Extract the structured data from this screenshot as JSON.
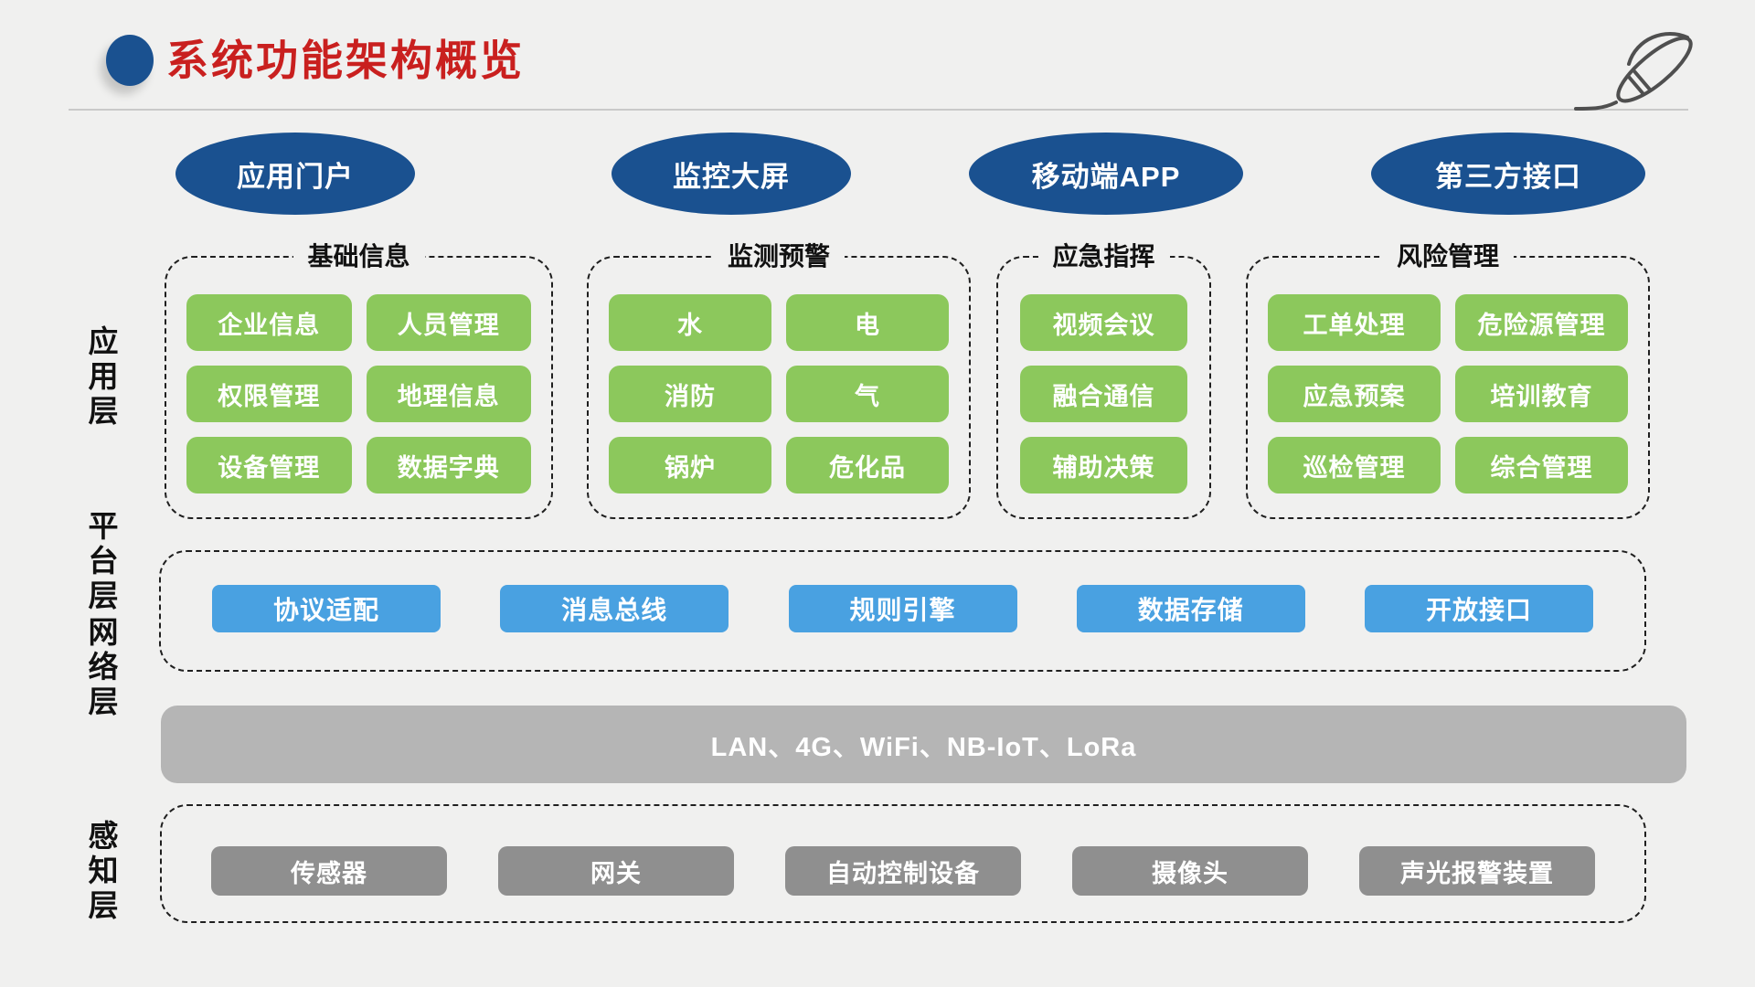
{
  "header": {
    "title": "系统功能架构概览",
    "pen_icon": "pen-line-art",
    "title_color": "#c9201f"
  },
  "top_nodes": [
    {
      "label": "应用门户"
    },
    {
      "label": "监控大屏"
    },
    {
      "label": "移动端APP"
    },
    {
      "label": "第三方接口"
    }
  ],
  "layers": {
    "application": {
      "name": "应用层",
      "groups": [
        {
          "title": "基础信息",
          "items": [
            "企业信息",
            "人员管理",
            "权限管理",
            "地理信息",
            "设备管理",
            "数据字典"
          ]
        },
        {
          "title": "监测预警",
          "items": [
            "水",
            "电",
            "消防",
            "气",
            "锅炉",
            "危化品"
          ]
        },
        {
          "title": "应急指挥",
          "items": [
            "视频会议",
            "融合通信",
            "辅助决策"
          ]
        },
        {
          "title": "风险管理",
          "items": [
            "工单处理",
            "危险源管理",
            "应急预案",
            "培训教育",
            "巡检管理",
            "综合管理"
          ]
        }
      ]
    },
    "platform": {
      "name": "平台层",
      "items": [
        "协议适配",
        "消息总线",
        "规则引擎",
        "数据存储",
        "开放接口"
      ]
    },
    "network": {
      "name": "网络层",
      "label": "LAN、4G、WiFi、NB-IoT、LoRa"
    },
    "perception": {
      "name": "感知层",
      "items": [
        "传感器",
        "网关",
        "自动控制设备",
        "摄像头",
        "声光报警装置"
      ]
    }
  },
  "colors": {
    "deep_blue": "#1a5190",
    "light_blue": "#49a1e1",
    "green": "#8cc85c",
    "gray_bar": "#b5b5b5",
    "gray_button": "#8f8f8f",
    "background": "#f0f0ef",
    "title_red": "#c9201f"
  }
}
